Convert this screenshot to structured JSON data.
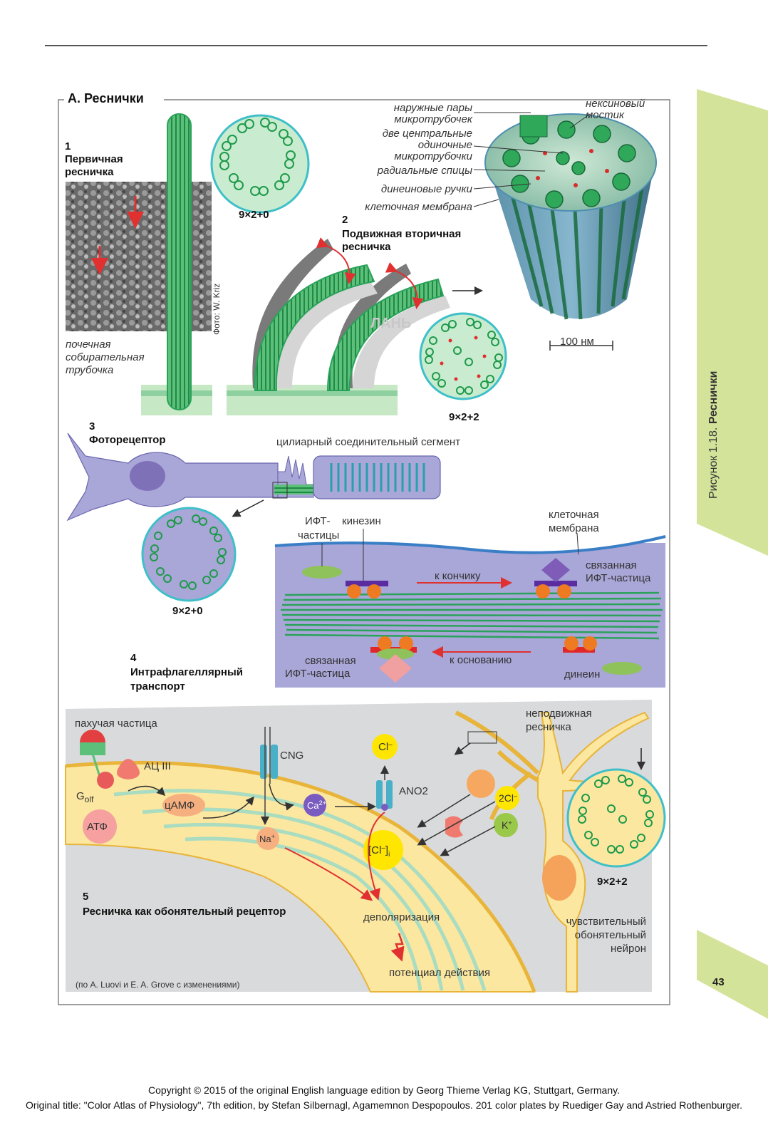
{
  "section_title": "А. Реснички",
  "side_tab": {
    "figure_label": "Рисунок 1.18.",
    "figure_title": "Реснички"
  },
  "page_number": "43",
  "photo_credit": "Фото: W. Kriz",
  "watermark": "ЛАНЬ",
  "panel1": {
    "number": "1",
    "title_line1": "Первичная",
    "title_line2": "ресничка",
    "caption_line1": "почечная",
    "caption_line2": "собирательная",
    "caption_line3": "трубочка",
    "formula": "9×2+0"
  },
  "panel2": {
    "number": "2",
    "title_line1": "Подвижная вторичная",
    "title_line2": "ресничка",
    "formula": "9×2+2",
    "labels": {
      "outer_pairs_1": "наружные пары",
      "outer_pairs_2": "микротрубочек",
      "central_1": "две центральные",
      "central_2": "одиночные",
      "central_3": "микротрубочки",
      "spokes": "радиальные спицы",
      "dynein_arms": "динеиновые ручки",
      "cell_membrane": "клеточная мембрана",
      "nexin_1": "нексиновый",
      "nexin_2": "мостик",
      "scale": "100 нм"
    }
  },
  "panel3": {
    "number": "3",
    "title": "Фоторецептор",
    "connecting_segment": "цилиарный соединительный сегмент",
    "formula": "9×2+0"
  },
  "panel4": {
    "number": "4",
    "title_line1": "Интрафлагеллярный",
    "title_line2": "транспорт",
    "ift_1": "ИФТ-",
    "ift_2": "частицы",
    "kinesin": "кинезин",
    "membrane_1": "клеточная",
    "membrane_2": "мембрана",
    "bound_1": "связанная",
    "bound_2": "ИФТ-частица",
    "to_tip": "к кончику",
    "to_base": "к основанию",
    "bound_lower_1": "связанная",
    "bound_lower_2": "ИФТ-частица",
    "dynein": "динеин"
  },
  "panel5": {
    "number": "5",
    "title": "Ресничка как обонятельный рецептор",
    "odorant": "пахучая частица",
    "ac3": "АЦ III",
    "golf": "G",
    "golf_sub": "olf",
    "atp": "АТФ",
    "camp": "цАМФ",
    "cng": "CNG",
    "ca": "Ca",
    "ca_sup": "2+",
    "na": "Na",
    "na_sup": "+",
    "ano2": "ANO2",
    "cl_out": "Cl",
    "cl_out_sup": "–",
    "cl_in": "[Cl",
    "cl_in_sup": "–",
    "cl_in_tail": "]",
    "cl_in_sub": "i",
    "two_cl": "2Cl",
    "two_cl_sup": "–",
    "k": "K",
    "k_sup": "+",
    "immotile_1": "неподвижная",
    "immotile_2": "ресничка",
    "depolarization": "деполяризация",
    "action_potential": "потенциал действия",
    "neuron_1": "чувствительный",
    "neuron_2": "обонятельный",
    "neuron_3": "нейрон",
    "formula": "9×2+2",
    "credit": "(по A. Luovi и E. A. Grove с изменениями)"
  },
  "footer": {
    "line1": "Copyright © 2015 of the original English language edition by Georg Thieme Verlag KG, Stuttgart, Germany.",
    "line2": "Original title: \"Color Atlas of Physiology\", 7th edition, by Stefan Silbernagl, Agamemnon Despopoulos. 201 color plates by Ruediger Gay and Astried Rothenburger."
  },
  "colors": {
    "tab_green": "#d4e39a",
    "microtubule": "#2fa85a",
    "membrane_blue": "#3a7fc6",
    "lavender": "#a9a6d8",
    "cell_yellow": "#fbe7a0",
    "grey_panel": "#d9dadb",
    "arrow_red": "#e03030"
  }
}
